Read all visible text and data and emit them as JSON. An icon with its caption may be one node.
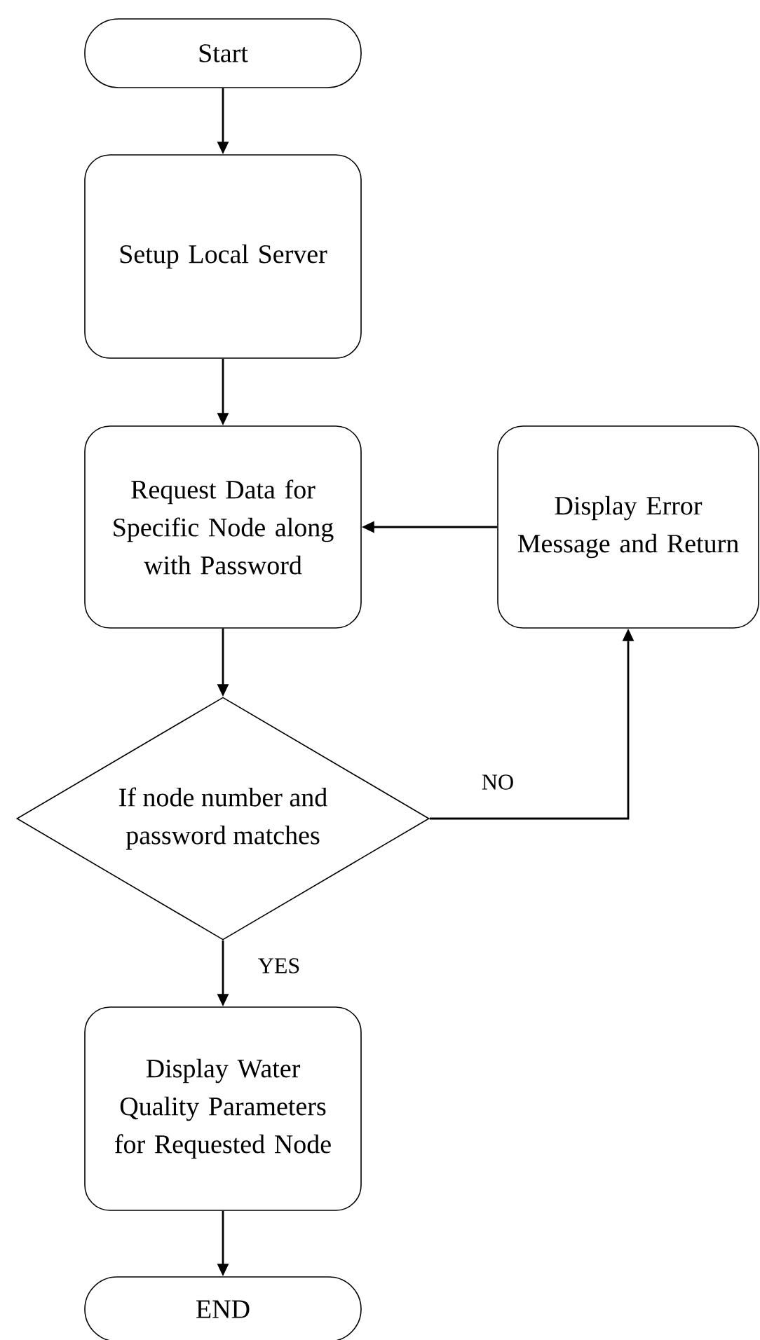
{
  "diagram": {
    "nodes": [
      {
        "text": [
          "Start"
        ]
      },
      {
        "text": [
          "Setup Local Server"
        ]
      },
      {
        "text": [
          "Request Data for Specific Node along with Password"
        ]
      },
      {
        "text": [
          "Display Error Message and Return"
        ]
      },
      {
        "text": [
          "If node number and password matches"
        ]
      },
      {
        "text": [
          "Display Water Quality Parameters for Requested Node"
        ]
      },
      {
        "text": [
          "END"
        ]
      }
    ],
    "edges": [
      {
        "from": 0,
        "to": 1,
        "arrow": "to"
      },
      {
        "from": 1,
        "to": 2,
        "arrow": "to"
      },
      {
        "from": 2,
        "to": 4,
        "arrow": "to"
      },
      {
        "from": 4,
        "to": 3,
        "arrow": "to",
        "label": "NO"
      },
      {
        "from": 3,
        "to": 2,
        "arrow": "to"
      },
      {
        "from": 4,
        "to": 5,
        "arrow": "to",
        "label": "YES"
      },
      {
        "from": 5,
        "to": 6,
        "arrow": "to"
      }
    ]
  }
}
